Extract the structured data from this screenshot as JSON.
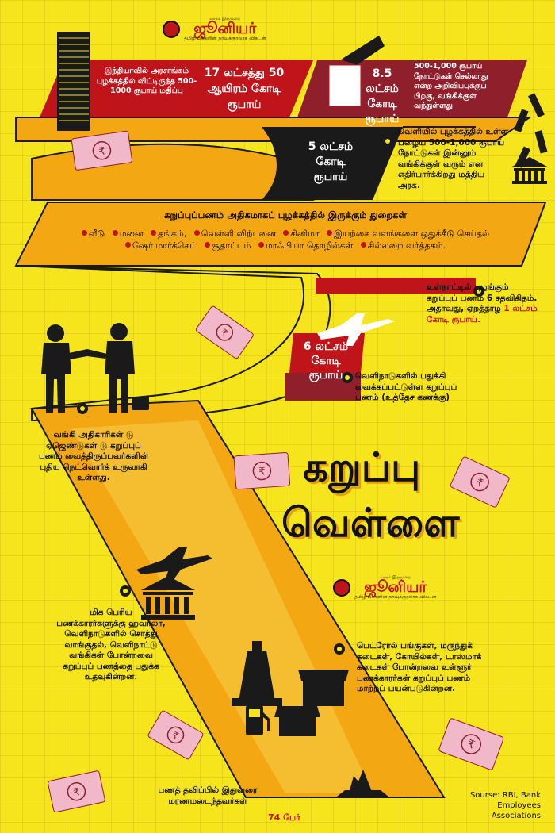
{
  "logo": {
    "pre": "வாரம் இருமுறை",
    "name": "ஜூனியர்",
    "sub": "தமிழ் மக்களின் நாவுக்குரலாக விகடன்"
  },
  "stats": {
    "total_left": "இந்தியாவில் அரசாங்கம் புழக்கத்தில் விட்டிருந்த 500-1000 ரூபாய் மதிப்பு",
    "total_amount": "17 லட்சத்து 50 ஆயிரம் கோடி ரூபாய்",
    "banked_amount": "8.5 லட்சம் கோடி ரூபாய்",
    "banked_right": "500-1,000 ரூபாய் நோட்டுகள் செல்லாது என்ற அறிவிப்புக்குப் பிறகு, வங்கிக்குள் வந்துள்ளது",
    "expected_amount": "5 லட்சம் கோடி ரூபாய்",
    "expected_text": "வெளியில் புழக்கத்தில் உள்ள பழைய 500-1,000 ரூபாய் நோட்டுகள் இன்னும் வங்கிக்குள் வரும் என எதிர்பார்க்கிறது மத்திய அரசு."
  },
  "sectors": {
    "heading": "கறுப்புப்பணம் அதிகமாகப் புழக்கத்தில் இருக்கும் துறைகள்",
    "rows": [
      [
        "வீடு",
        "மனை",
        "தங்கம்,",
        "வெள்ளி விற்பனை",
        "சினிமா",
        "இயற்கை வளங்களை ஒதுக்கீடு செய்தல்"
      ],
      [
        "ஷேர் மார்க்கெட்",
        "சூதாட்டம்",
        "மாஃபியா தொழில்கள்",
        "சில்லறை வர்த்தகம்."
      ]
    ]
  },
  "domestic": {
    "text": "உள்நாட்டில் புழங்கும் கறுப்புப் பணம் 6 சதவிகிதம். அதாவது, ஏறத்தாழ",
    "highlight": "1 லட்சம் கோடி ரூபாய்."
  },
  "foreign": {
    "amount": "6 லட்சம் கோடி ரூபாய்",
    "text": "வெளிநாடுகளில் பதுக்கி வைக்கப்பட்டுள்ள கறுப்புப் பணம் (உத்தேச கணக்கு)"
  },
  "bank_network": "வங்கி அதிகாரிகள் டு ஏஜெண்டுகள் டு கறுப்புப் பணம் வைத்திருப்பவர்களின் புதிய நெட்வொர்க் உருவாகி உள்ளது.",
  "title": {
    "line1": "கறுப்பு",
    "line2": "வெள்ளை"
  },
  "hawala": "மிக பெரிய பணக்காரர்களுக்கு ஹவாலா, வெளிநாடுகளில் சொத்து வாங்குதல், வெளிநாட்டு வங்கிகள் போன்றவை கறுப்புப் பணத்தை பதுக்க உதவுகின்றன.",
  "local_conv": "பெட்ரோல் பங்குகள், மருந்துக் கடைகள், கோயில்கள், டாஸ்மாக் கடைகள் போன்றவை உள்ளூர் பணக்காரர்கள் கறுப்புப் பணம் மாற்றப் பயன்படுகின்றன.",
  "deaths": {
    "text": "பணத் தவிப்பில் இதுவரை மரணமடைந்தவர்கள்",
    "count": "74 பேர்"
  },
  "source": "Sourse: RBI, Bank Employees Associations",
  "colors": {
    "background": "#f6e51d",
    "red": "#c0141b",
    "maroon": "#8e1f2b",
    "black": "#1a1a1a",
    "orange": "#f3a712"
  }
}
